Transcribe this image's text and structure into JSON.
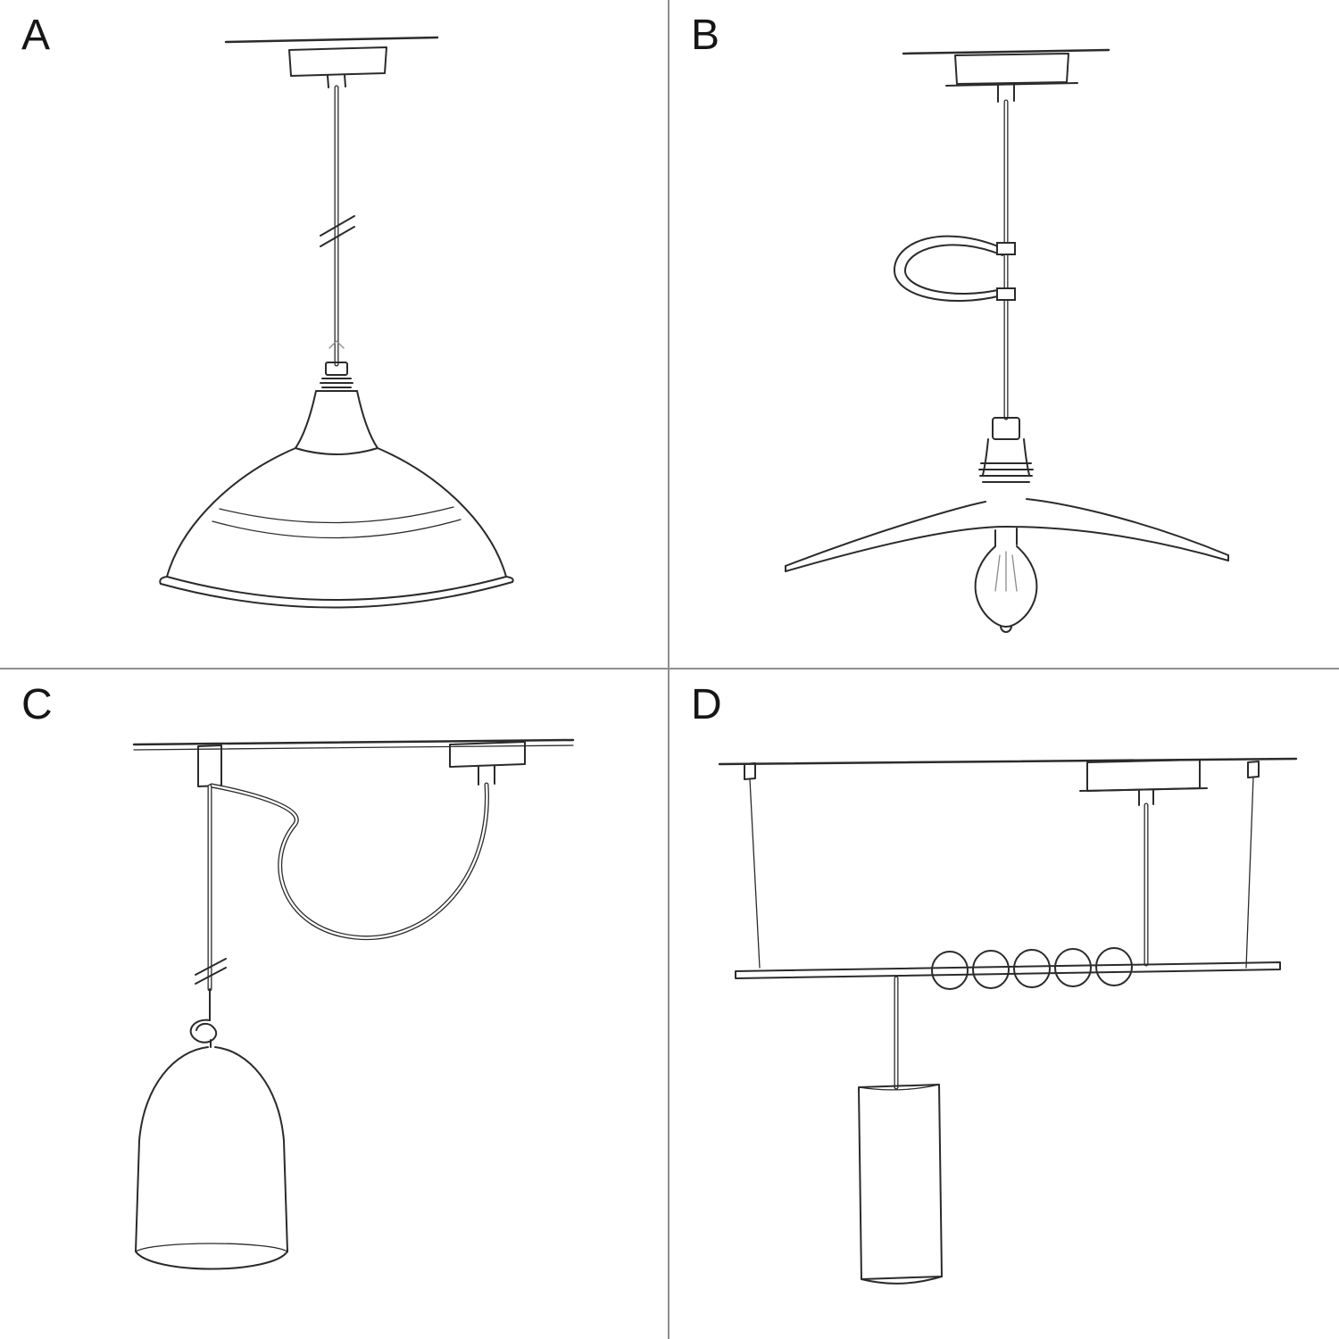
{
  "ink_color": "#2b2b2b",
  "divider_color": "#8f8f8f",
  "panels": [
    {
      "label": "A",
      "sketch": "pendant-industrial-bowl-shade-sketch"
    },
    {
      "label": "B",
      "sketch": "pendant-flat-plate-shade-with-bulb-and-loop-sketch"
    },
    {
      "label": "C",
      "sketch": "swag-pendant-bell-shade-with-knot-sketch"
    },
    {
      "label": "D",
      "sketch": "bar-suspension-coiled-cord-tube-shade-sketch"
    }
  ]
}
